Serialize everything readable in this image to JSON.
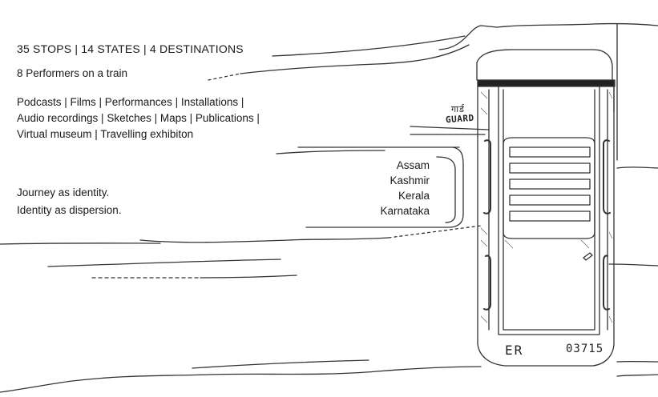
{
  "headline": "35 STOPS | 14 STATES | 4 DESTINATIONS",
  "performers": "8 Performers on a train",
  "media_lines": [
    "Podcasts | Films | Performances | Installations |",
    "Audio recordings | Sketches | Maps | Publications |",
    "Virtual museum | Travelling exhibiton"
  ],
  "journey_lines": [
    "Journey as identity.",
    "Identity as dispersion."
  ],
  "destinations": [
    "Assam",
    "Kashmir",
    "Kerala",
    "Karnataka"
  ],
  "coach": {
    "guard_hindi": "गार्ड",
    "guard_label": "GUARD",
    "code": "ER",
    "number": "03715"
  }
}
